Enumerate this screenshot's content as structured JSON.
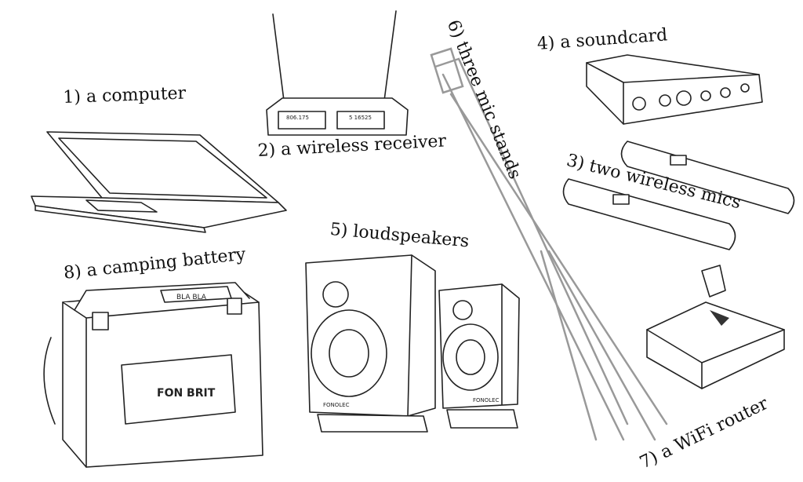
{
  "labels": {
    "computer": "1) a computer",
    "receiver": "2) a wireless receiver",
    "mics": "3) two wireless mics",
    "soundcard": "4) a soundcard",
    "speakers": "5) loudspeakers",
    "stands": "6) three mic stands",
    "router": "7) a WiFi router",
    "battery": "8) a camping battery"
  },
  "device_text": {
    "receiver_left": "806.175",
    "receiver_right": "5 16525",
    "battery_top": "BLA BLA",
    "battery_brand": "FON BRIT",
    "speaker_brand": "FONOLEC"
  },
  "colors": {
    "ink": "#222222",
    "stand": "#999999",
    "background": "#ffffff"
  }
}
